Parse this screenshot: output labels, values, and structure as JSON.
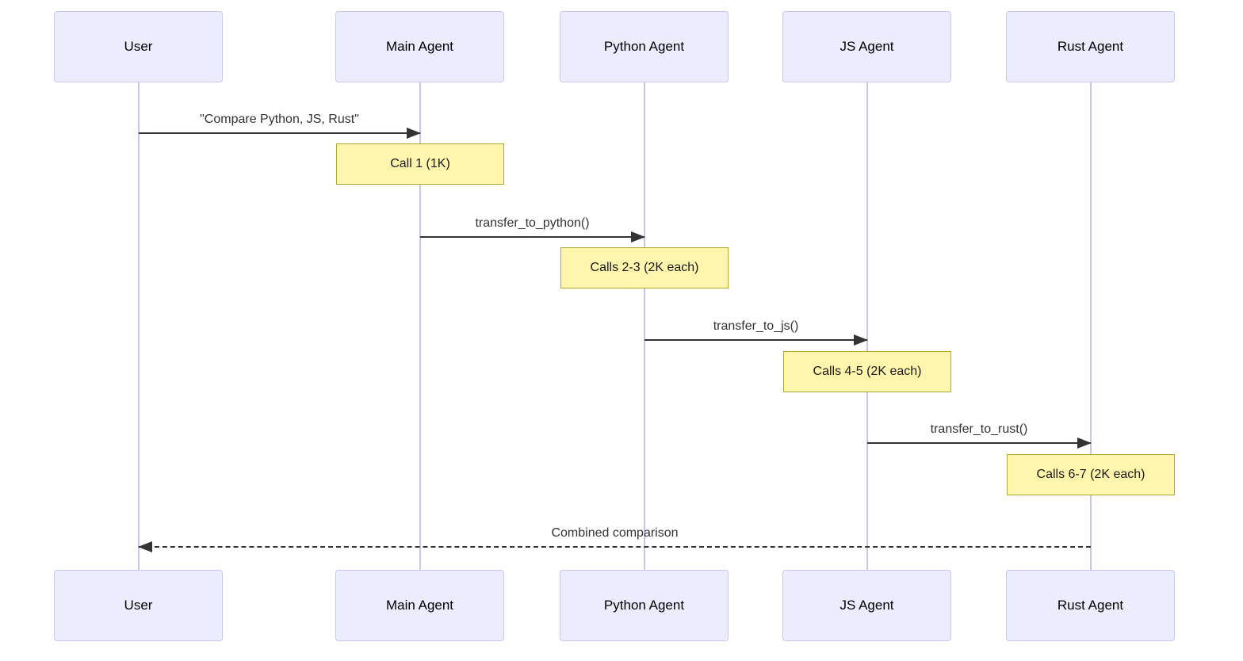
{
  "diagram": {
    "type": "sequence-diagram",
    "colors": {
      "background": "#ffffff",
      "actor_fill": "#ECECFF",
      "actor_border": "#CCC6EC",
      "lifeline": "#CCC3EA",
      "note_fill": "#FFF5AD",
      "note_border": "#AAAA33",
      "message_line": "#333333",
      "message_text": "#333333",
      "actor_text": "#000000"
    },
    "actors": [
      {
        "label": "User"
      },
      {
        "label": "Main Agent"
      },
      {
        "label": "Python Agent"
      },
      {
        "label": "JS Agent"
      },
      {
        "label": "Rust Agent"
      }
    ],
    "messages": [
      {
        "label": "\"Compare Python, JS, Rust\"",
        "from": "User",
        "to": "Main Agent",
        "style": "solid",
        "direction": "right"
      },
      {
        "label": "transfer_to_python()",
        "from": "Main Agent",
        "to": "Python Agent",
        "style": "solid",
        "direction": "right"
      },
      {
        "label": "transfer_to_js()",
        "from": "Python Agent",
        "to": "JS Agent",
        "style": "solid",
        "direction": "right"
      },
      {
        "label": "transfer_to_rust()",
        "from": "JS Agent",
        "to": "Rust Agent",
        "style": "solid",
        "direction": "right"
      },
      {
        "label": "Combined comparison",
        "from": "Rust Agent",
        "to": "User",
        "style": "dashed",
        "direction": "left"
      }
    ],
    "notes": [
      {
        "label": "Call 1 (1K)",
        "over": "Main Agent"
      },
      {
        "label": "Calls 2-3 (2K each)",
        "over": "Python Agent"
      },
      {
        "label": "Calls 4-5 (2K each)",
        "over": "JS Agent"
      },
      {
        "label": "Calls 6-7 (2K each)",
        "over": "Rust Agent"
      }
    ]
  }
}
